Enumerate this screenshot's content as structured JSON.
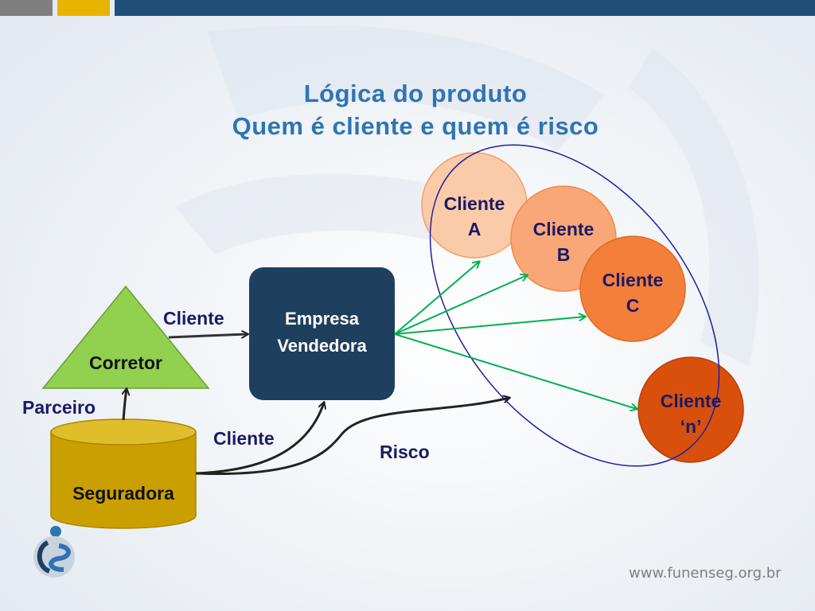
{
  "title": {
    "line1": "Lógica do produto",
    "line2": "Quem é cliente e quem é risco"
  },
  "nodes": {
    "corretor": "Corretor",
    "seguradora": "Seguradora",
    "empresa_line1": "Empresa",
    "empresa_line2": "Vendedora",
    "cliente_a_line1": "Cliente",
    "cliente_a_line2": "A",
    "cliente_b_line1": "Cliente",
    "cliente_b_line2": "B",
    "cliente_c_line1": "Cliente",
    "cliente_c_line2": "C",
    "cliente_n_line1": "Cliente",
    "cliente_n_line2": "‘n’"
  },
  "edge_labels": {
    "corretor_to_empresa": "Cliente",
    "seguradora_to_corretor": "Parceiro",
    "seguradora_to_empresa": "Cliente",
    "seguradora_risk": "Risco"
  },
  "footer": {
    "url": "www.funenseg.org.br"
  },
  "colors": {
    "title": "#2e74b5",
    "empresa": "#1f3f5f",
    "corretor": "#92d050",
    "seguradora": "#c9a000",
    "cliente_a": "#fbcaa8",
    "cliente_b": "#f9a777",
    "cliente_c": "#f47f3a",
    "cliente_n": "#d8500c",
    "green_arrows": "#00b050",
    "ellipse": "#1f1f9f"
  }
}
